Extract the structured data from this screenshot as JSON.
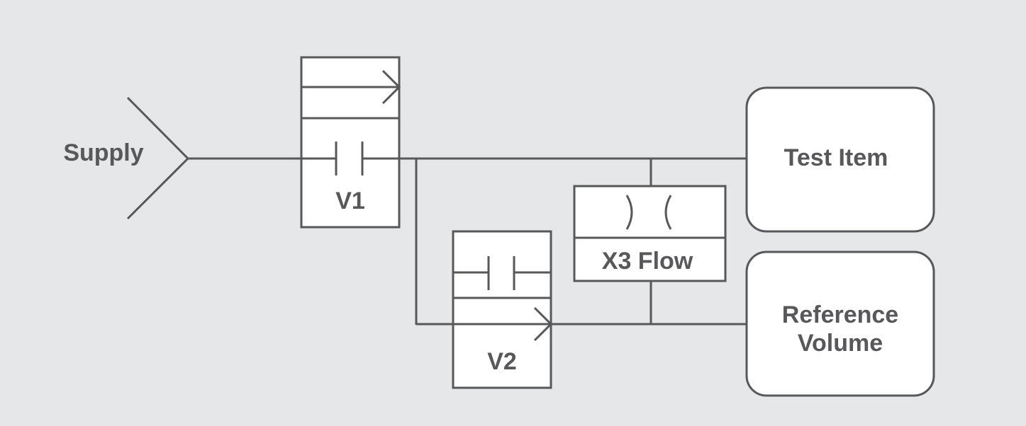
{
  "diagram": {
    "supply": "Supply",
    "v1": "V1",
    "v2": "V2",
    "x3": "X3 Flow",
    "test_item": "Test Item",
    "reference_line1": "Reference",
    "reference_line2": "Volume"
  },
  "colors": {
    "background": "#e6e7e9",
    "stroke": "#58585a",
    "box_fill": "#ffffff"
  }
}
